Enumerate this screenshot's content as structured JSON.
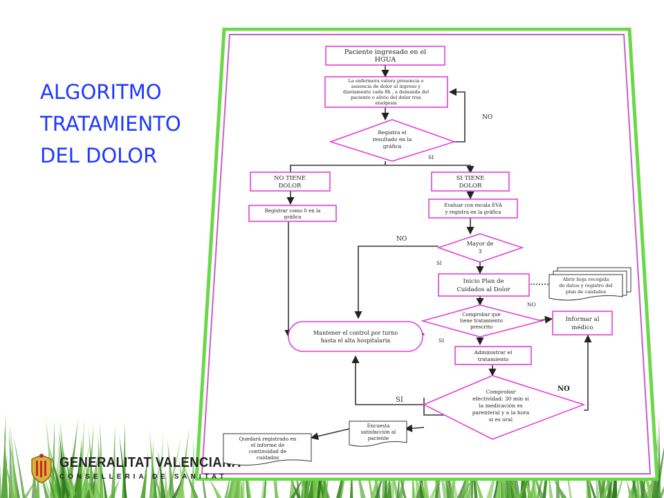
{
  "slide": {
    "title_lines": [
      "ALGORITMO",
      "TRATAMIENTO",
      "DEL DOLOR"
    ]
  },
  "colors": {
    "title": "#1f38ff",
    "node_border": "#e23fd6",
    "frame_outer": "#6bd84a",
    "frame_inner": "#c65ec8",
    "grass": "#4f9d2f"
  },
  "logo": {
    "line1": "GENERALITAT VALENCIANA",
    "line2": "CONSELLERIA DE SANITAT",
    "icon": "coat-of-arms-icon"
  },
  "flowchart": {
    "nodes": {
      "ingresado": [
        "Paciente ingresado en el",
        "HGUA"
      ],
      "valora": [
        "La enfermera valora presencia o",
        "ausencia de dolor al ingreso y",
        "diariamente cada 8h , a demanda del",
        "paciente o alivio del dolor tras",
        "analgesia"
      ],
      "registra": [
        "Registra el",
        "resultado en la",
        "gráfica"
      ],
      "no_tiene": [
        "NO TIENE",
        "DOLOR"
      ],
      "si_tiene": [
        "SI TIENE",
        "DOLOR"
      ],
      "registrar0": [
        "Registrar como 0 en la",
        "gráfica"
      ],
      "evaluar": [
        "Evaluar con escala EVA",
        "y registra en la gráfica"
      ],
      "mayor3": [
        "Mayor de",
        "3"
      ],
      "inicio": [
        "Inicio Plan de",
        "Cuidados al Dolor"
      ],
      "hoja": [
        "Abrir hoja recogida",
        "de datos y registro del",
        "plan de cuidados"
      ],
      "comprobar_trat": [
        "Comprobar que",
        "tiene tratamiento",
        "prescrito"
      ],
      "informar": [
        "Informar al",
        "médico"
      ],
      "mantener": [
        "Mantener el control por turno",
        "hasta el alta hospitalaria"
      ],
      "administrar": [
        "Administrar el",
        "tratamiento"
      ],
      "efectividad": [
        "Comprobar",
        "efectividad: 30 min si",
        "la medicación es",
        "parenteral y a la hora",
        "si es oral"
      ],
      "encuesta": [
        "Encuesta",
        "satisfacción al",
        "paciente"
      ],
      "quedara": [
        "Quedará registrado en",
        "el informe de",
        "continuidad de",
        "cuidados"
      ]
    },
    "labels": {
      "no1": "NO",
      "si1": "SI",
      "no2": "NO",
      "si2": "SI",
      "no3": "NO",
      "si3": "SI",
      "si4": "SI",
      "no4": "NO"
    }
  }
}
